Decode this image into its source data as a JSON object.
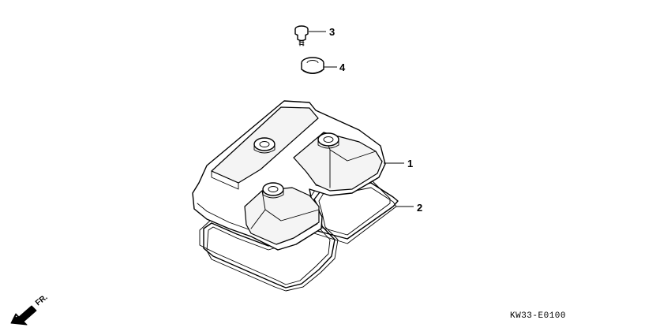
{
  "callouts": {
    "p1": "1",
    "p2": "2",
    "p3": "3",
    "p4": "4"
  },
  "direction_label": "FR.",
  "diagram_code": "KW33-E0100"
}
